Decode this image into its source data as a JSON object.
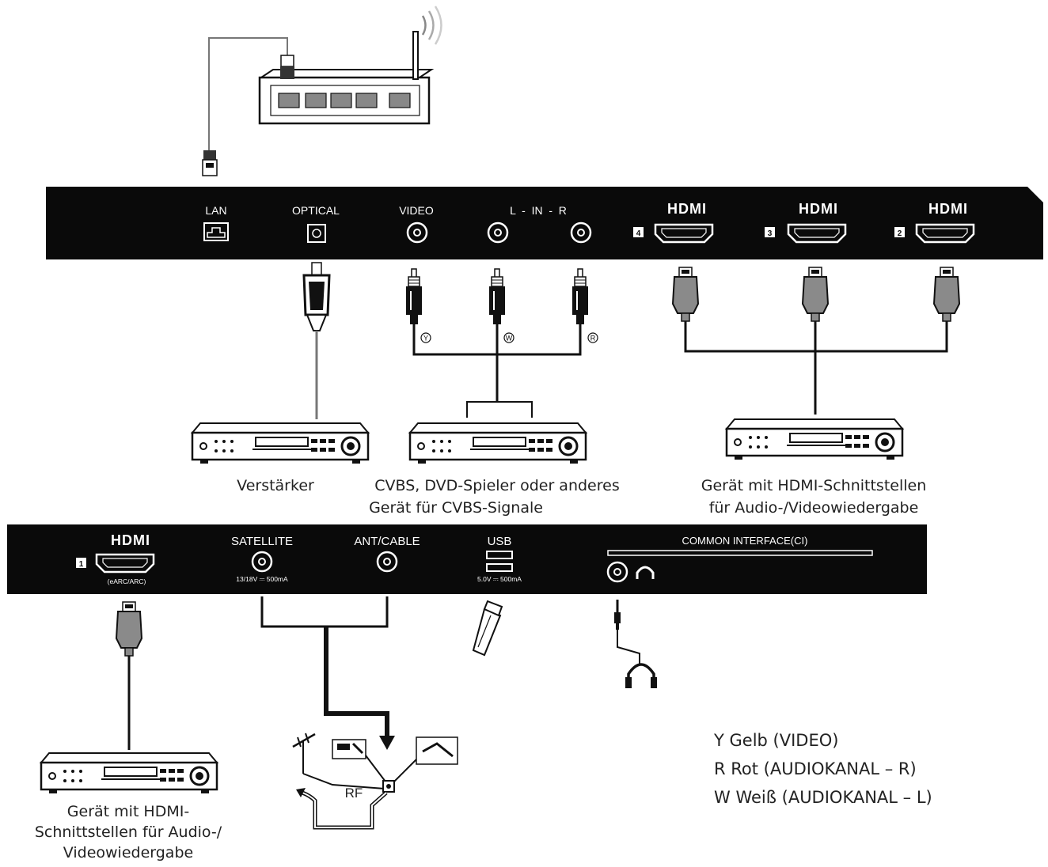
{
  "colors": {
    "panel": "#0a0a0a",
    "line": "#111111",
    "text": "#222222",
    "white": "#ffffff",
    "plug_gray": "#8a8a8a"
  },
  "upper_panel": {
    "lan": "LAN",
    "optical": "OPTICAL",
    "video": "VIDEO",
    "audio_in": "L  -  IN  -  R",
    "hdmi_logo": "HDMI",
    "hdmi_ports": [
      "4",
      "3",
      "2"
    ]
  },
  "rca_markers": [
    "Y",
    "W",
    "R"
  ],
  "captions": {
    "amplifier": "Verstärker",
    "cvbs_line1": "CVBS, DVD-Spieler oder anderes",
    "cvbs_line2": "Gerät für CVBS-Signale",
    "hdmi_device_line1": "Gerät mit HDMI-Schnittstellen",
    "hdmi_device_line2": "für Audio-/Videowiedergabe",
    "hdmi1_device_line1": "Gerät mit HDMI-",
    "hdmi1_device_line2": "Schnittstellen für Audio-/",
    "hdmi1_device_line3": "Videowiedergabe"
  },
  "lower_panel": {
    "hdmi_logo": "HDMI",
    "hdmi1_port": "1",
    "hdmi1_sub": "(eARC/ARC)",
    "satellite": "SATELLITE",
    "satellite_sub": "13/18V ⎓ 500mA",
    "ant_cable": "ANT/CABLE",
    "usb": "USB",
    "usb_sub": "5.0V ⎓ 500mA",
    "common_interface": "COMMON INTERFACE(CI)"
  },
  "rf_label": "RF",
  "legend": {
    "line1": "Y Gelb (VIDEO)",
    "line2": "R Rot (AUDIOKANAL – R)",
    "line3": "W Weiß (AUDIOKANAL – L)"
  },
  "icons": [
    "router-icon",
    "ethernet-plug-icon",
    "optical-plug-icon",
    "rca-plug-icon",
    "hdmi-plug-icon",
    "av-receiver-icon",
    "usb-stick-icon",
    "headphones-icon",
    "antenna-icon",
    "satellite-dish-icon"
  ]
}
